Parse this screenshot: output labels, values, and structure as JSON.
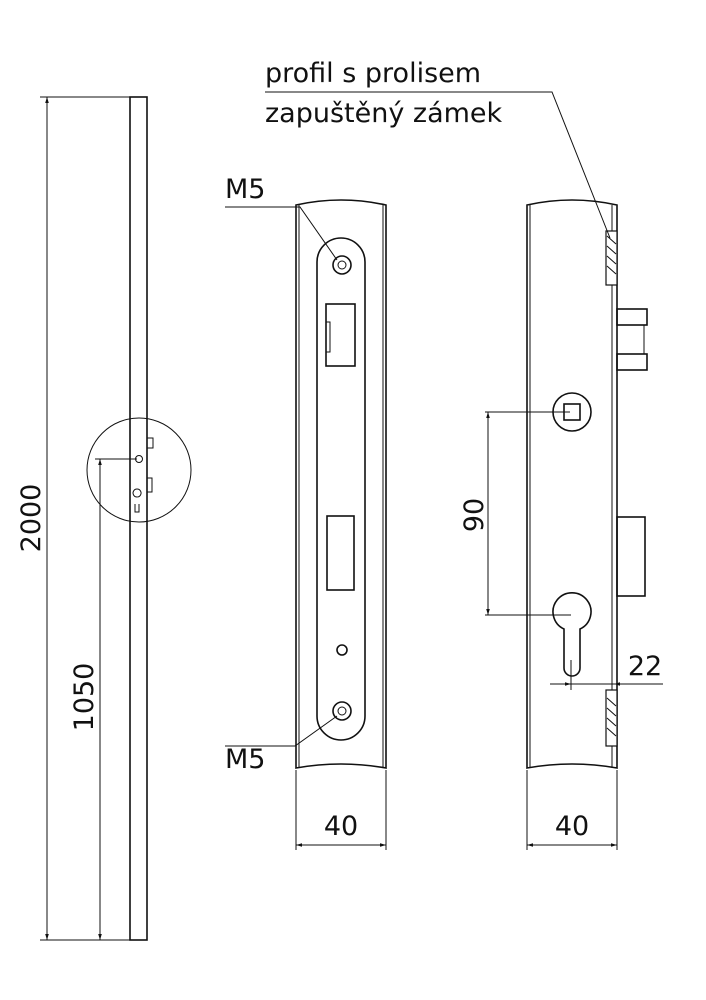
{
  "labels": {
    "profile_line1": "profil s prolisem",
    "profile_line2": "zapuštěný zámek",
    "screw_top": "M5",
    "screw_bottom": "M5"
  },
  "dimensions": {
    "door_height": "2000",
    "handle_height": "1050",
    "faceplate_width": "40",
    "body_width": "40",
    "spindle_to_cylinder": "90",
    "backset": "22"
  }
}
